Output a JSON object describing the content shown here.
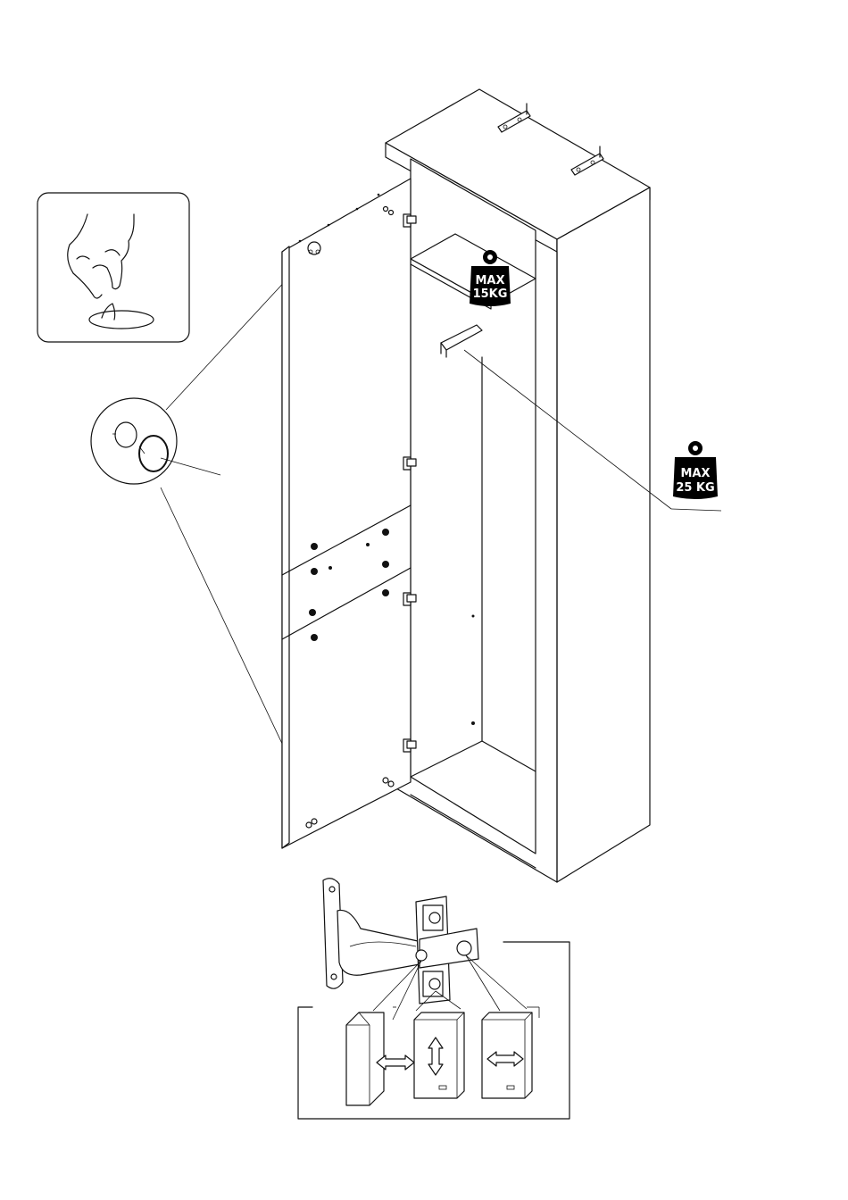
{
  "weight_limits": {
    "shelf": {
      "line1": "MAX",
      "line2": "15KG"
    },
    "rail": {
      "line1": "MAX",
      "line2": "25 KG"
    }
  },
  "icons": {
    "peel_sticker": "hand-peel-icon",
    "weight": "weight-icon",
    "adjust_horizontal": "double-arrow-horizontal-icon",
    "adjust_vertical": "double-arrow-vertical-icon"
  },
  "colors": {
    "line": "#111111",
    "fill": "#000000",
    "paper": "#ffffff"
  }
}
